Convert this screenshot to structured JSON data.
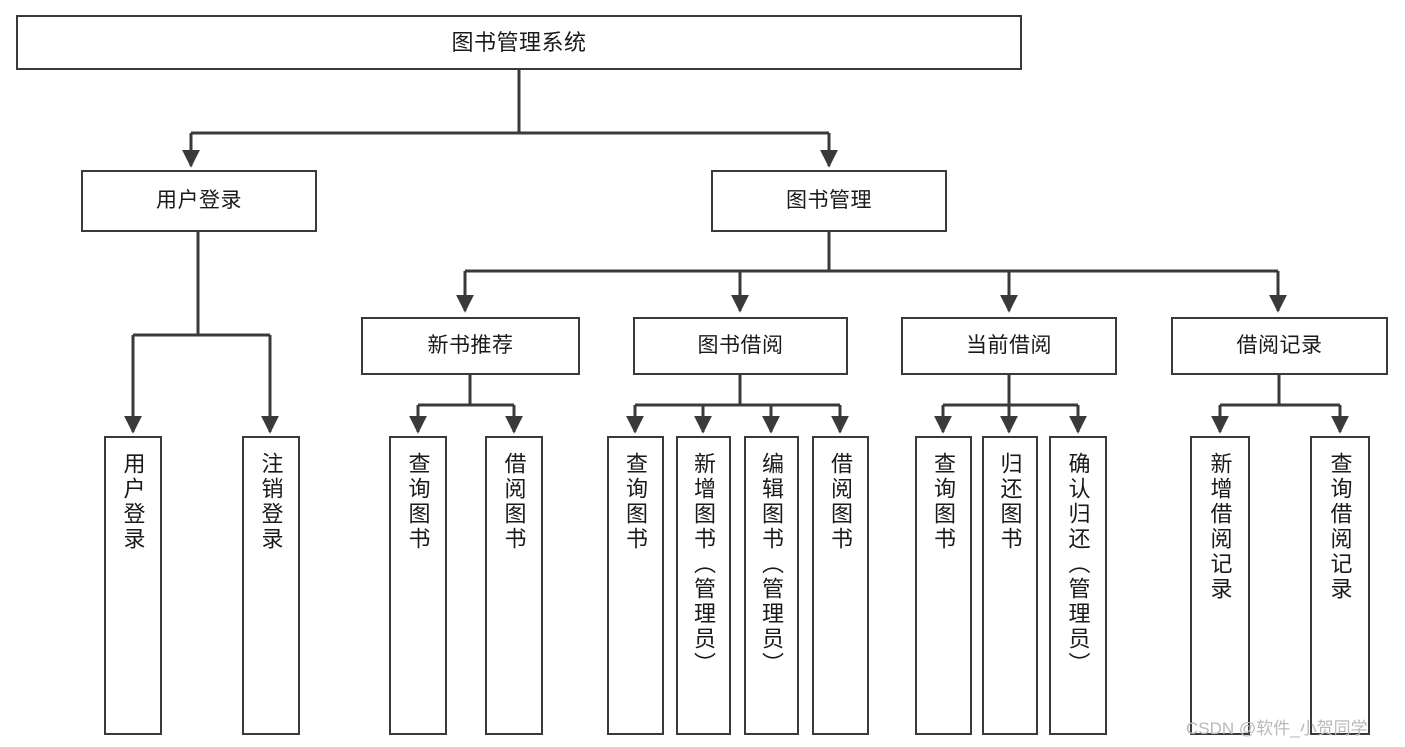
{
  "diagram": {
    "title": "图书管理系统",
    "type": "tree",
    "orientation": "top-down",
    "colors": {
      "box_border": "#3a3a3a",
      "box_fill": "#ffffff",
      "edge": "#3a3a3a",
      "text": "#1a1a1a",
      "watermark": "#b9b9b9",
      "background": "#ffffff"
    },
    "root": {
      "label": "图书管理系统"
    },
    "level2": [
      {
        "id": "user-login",
        "label": "用户登录"
      },
      {
        "id": "book-manage",
        "label": "图书管理"
      }
    ],
    "level3": [
      {
        "id": "new-book-rec",
        "label": "新书推荐"
      },
      {
        "id": "book-borrow",
        "label": "图书借阅"
      },
      {
        "id": "current-borrow",
        "label": "当前借阅"
      },
      {
        "id": "borrow-record",
        "label": "借阅记录"
      }
    ],
    "leaves": {
      "user_login": [
        {
          "id": "leaf-user-login",
          "label": "用户登录"
        },
        {
          "id": "leaf-logout",
          "label": "注销登录"
        }
      ],
      "new_book_rec": [
        {
          "id": "leaf-query-book-1",
          "label": "查询图书"
        },
        {
          "id": "leaf-borrow-book-1",
          "label": "借阅图书"
        }
      ],
      "book_borrow": [
        {
          "id": "leaf-query-book-2",
          "label": "查询图书"
        },
        {
          "id": "leaf-add-book",
          "label": "新增图书（管理员）"
        },
        {
          "id": "leaf-edit-book",
          "label": "编辑图书（管理员）"
        },
        {
          "id": "leaf-borrow-book-2",
          "label": "借阅图书"
        }
      ],
      "current_borrow": [
        {
          "id": "leaf-query-book-3",
          "label": "查询图书"
        },
        {
          "id": "leaf-return-book",
          "label": "归还图书"
        },
        {
          "id": "leaf-confirm-return",
          "label": "确认归还（管理员）"
        }
      ],
      "borrow_record": [
        {
          "id": "leaf-add-record",
          "label": "新增借阅记录"
        },
        {
          "id": "leaf-query-record",
          "label": "查询借阅记录"
        }
      ]
    },
    "watermark": "CSDN @软件_小贺同学"
  }
}
